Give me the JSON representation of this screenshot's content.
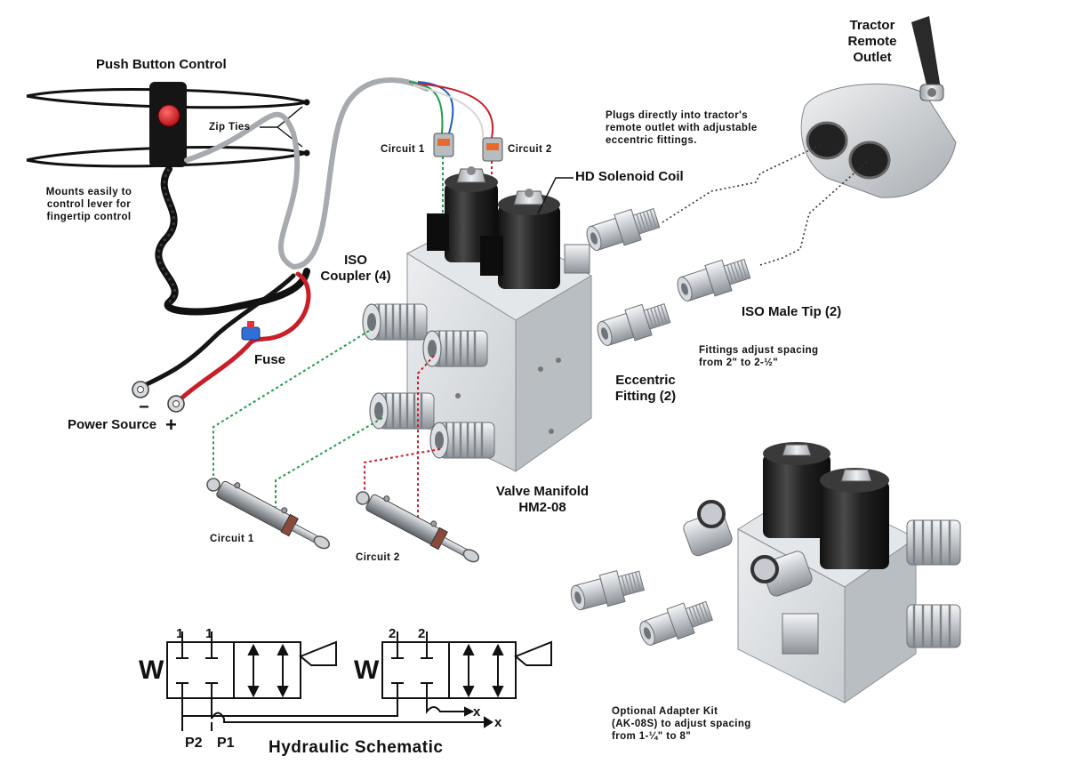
{
  "labels": {
    "push_button_control": "Push Button Control",
    "zip_ties": "Zip Ties",
    "mounts_note": "Mounts easily to\ncontrol lever for\nfingertip control",
    "fuse": "Fuse",
    "power_minus": "−",
    "power_plus": "+",
    "power_source": "Power Source",
    "circuit1_top": "Circuit 1",
    "circuit2_top": "Circuit 2",
    "hd_solenoid_coil": "HD Solenoid Coil",
    "iso_coupler": "ISO\nCoupler (4)",
    "tractor_remote_outlet": "Tractor\nRemote\nOutlet",
    "plugs_note": "Plugs directly into tractor's\nremote outlet with adjustable\neccentric fittings.",
    "iso_male_tip": "ISO Male Tip (2)",
    "fittings_note": "Fittings adjust spacing\nfrom 2\" to 2-½\"",
    "eccentric_fitting": "Eccentric\nFitting (2)",
    "valve_manifold": "Valve Manifold\nHM2-08",
    "circuit1_cyl": "Circuit 1",
    "circuit2_cyl": "Circuit 2",
    "adapter_note": "Optional Adapter Kit\n(AK-08S) to adjust spacing\nfrom 1-¼\" to 8\"",
    "schematic_title": "Hydraulic Schematic",
    "schem_w1": "W",
    "schem_w2": "W",
    "schem_port_1a": "1",
    "schem_port_1b": "1",
    "schem_port_2a": "2",
    "schem_port_2b": "2",
    "schem_p2": "P2",
    "schem_p1": "P1",
    "schem_x1": "x",
    "schem_x2": "x"
  },
  "colors": {
    "button_red": "#d8141c",
    "wire_red": "#c81e28",
    "wire_green": "#1f9a4a",
    "wire_black": "#151515",
    "fuse_blue": "#2f6fd6",
    "metal": "#bfc3c8"
  }
}
